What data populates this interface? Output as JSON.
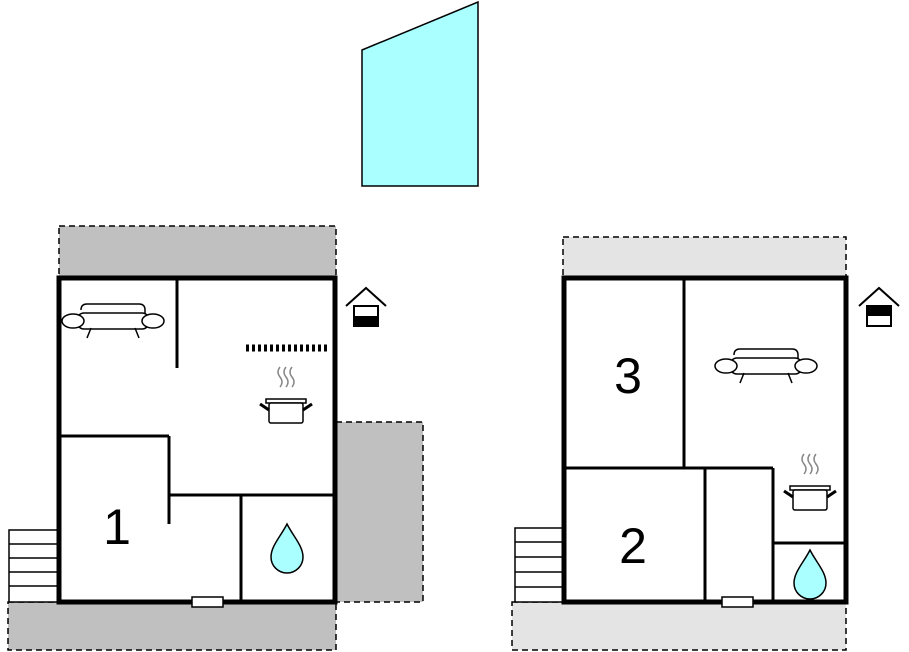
{
  "floors": [
    {
      "name": "ground-floor",
      "rooms": [
        {
          "number": "1",
          "type": "bedroom"
        },
        {
          "type": "living-area",
          "features": [
            "sofa"
          ]
        },
        {
          "type": "kitchen",
          "features": [
            "stove-pot"
          ]
        },
        {
          "type": "bathroom",
          "features": [
            "water-drop"
          ]
        }
      ],
      "terraces": [
        "north-terrace",
        "east-terrace",
        "south-terrace"
      ],
      "stairs": true
    },
    {
      "name": "upper-floor",
      "rooms": [
        {
          "number": "3",
          "type": "bedroom"
        },
        {
          "number": "2",
          "type": "bedroom"
        },
        {
          "type": "living-area",
          "features": [
            "sofa"
          ]
        },
        {
          "type": "kitchen",
          "features": [
            "stove-pot"
          ]
        },
        {
          "type": "bathroom",
          "features": [
            "water-drop"
          ]
        }
      ],
      "terraces": [
        "north-terrace",
        "south-terrace"
      ],
      "stairs": true
    }
  ],
  "icons": [
    "pool-icon",
    "house-level-icon",
    "sofa-icon",
    "pot-icon",
    "water-drop-icon",
    "stairs-icon",
    "door-icon"
  ],
  "colors": {
    "wall": "#000000",
    "pool": "#aaffff",
    "terrace_dark": "#c0c0c0",
    "terrace_light": "#e4e4e4",
    "background": "#ffffff"
  }
}
